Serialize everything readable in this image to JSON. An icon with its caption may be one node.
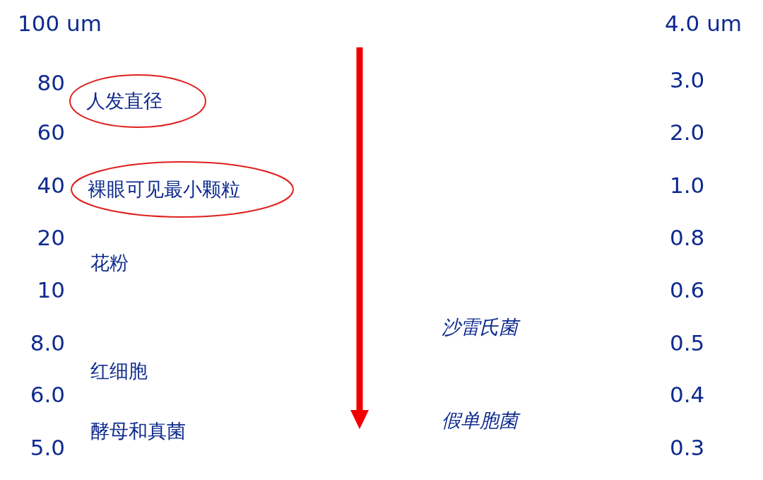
{
  "diagram": {
    "nodes": [
      {
        "text": [
          "人发直径"
        ]
      },
      {
        "text": [
          "裸眼可见最小颗粒"
        ]
      }
    ],
    "labels": [
      "100 um",
      "4.0 um",
      "80",
      "3.0",
      "60",
      "2.0",
      "40",
      "1.0",
      "20",
      "0.8",
      "花粉",
      "10",
      "0.6",
      "沙雷氏菌",
      "8.0",
      "0.5",
      "红细胞",
      "6.0",
      "0.4",
      "假单胞菌",
      "5.0",
      "酵母和真菌",
      "0.3"
    ]
  }
}
